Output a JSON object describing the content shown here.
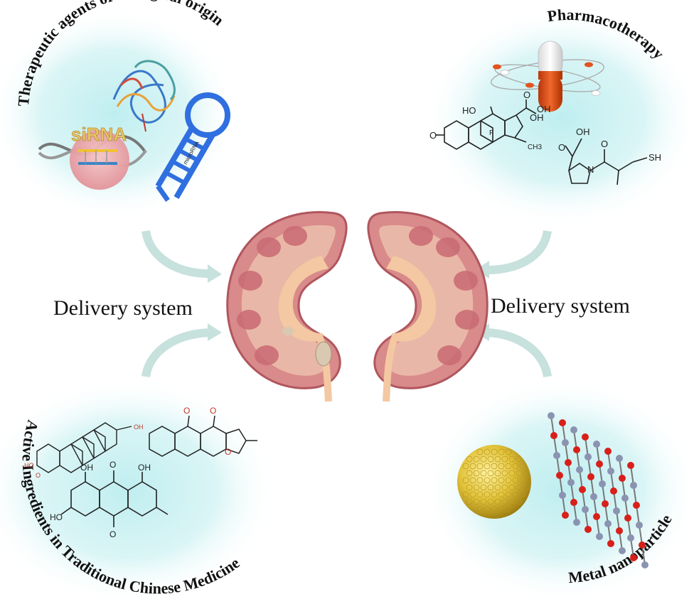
{
  "quadrants": {
    "top_left": {
      "label": "Therapeutic agents of biological origin",
      "sirna_text": "siRNA",
      "mirna_text": "microRNA"
    },
    "top_right": {
      "label": "Pharmacotherapy",
      "chem_labels": [
        "HO",
        "OH",
        "O",
        "OH",
        "CH3",
        "F",
        "OH",
        "O",
        "N",
        "SH",
        "O"
      ]
    },
    "bottom_left": {
      "label": "Active Ingredients in Traditional Chinese Medicine",
      "chem_labels": [
        "OH",
        "O",
        "OH",
        "HO",
        "O",
        "O",
        "O",
        "O",
        "OH",
        "HO",
        "O"
      ]
    },
    "bottom_right": {
      "label": "Metal nanoparticle"
    }
  },
  "center": {
    "left_caption": "Delivery system",
    "right_caption": "Delivery system"
  },
  "colors": {
    "halo": "#cdeff0",
    "kidney": "#d98a8a",
    "kidney_dark": "#b0565e",
    "kidney_inner": "#e9b7a7",
    "pelvis": "#f3c8a2",
    "arrow": "#c7e1dd",
    "capsule_red": "#e2531f",
    "gold": "#e3c43b",
    "lattice_red": "#d8201a",
    "lattice_grey": "#8a93b0"
  }
}
